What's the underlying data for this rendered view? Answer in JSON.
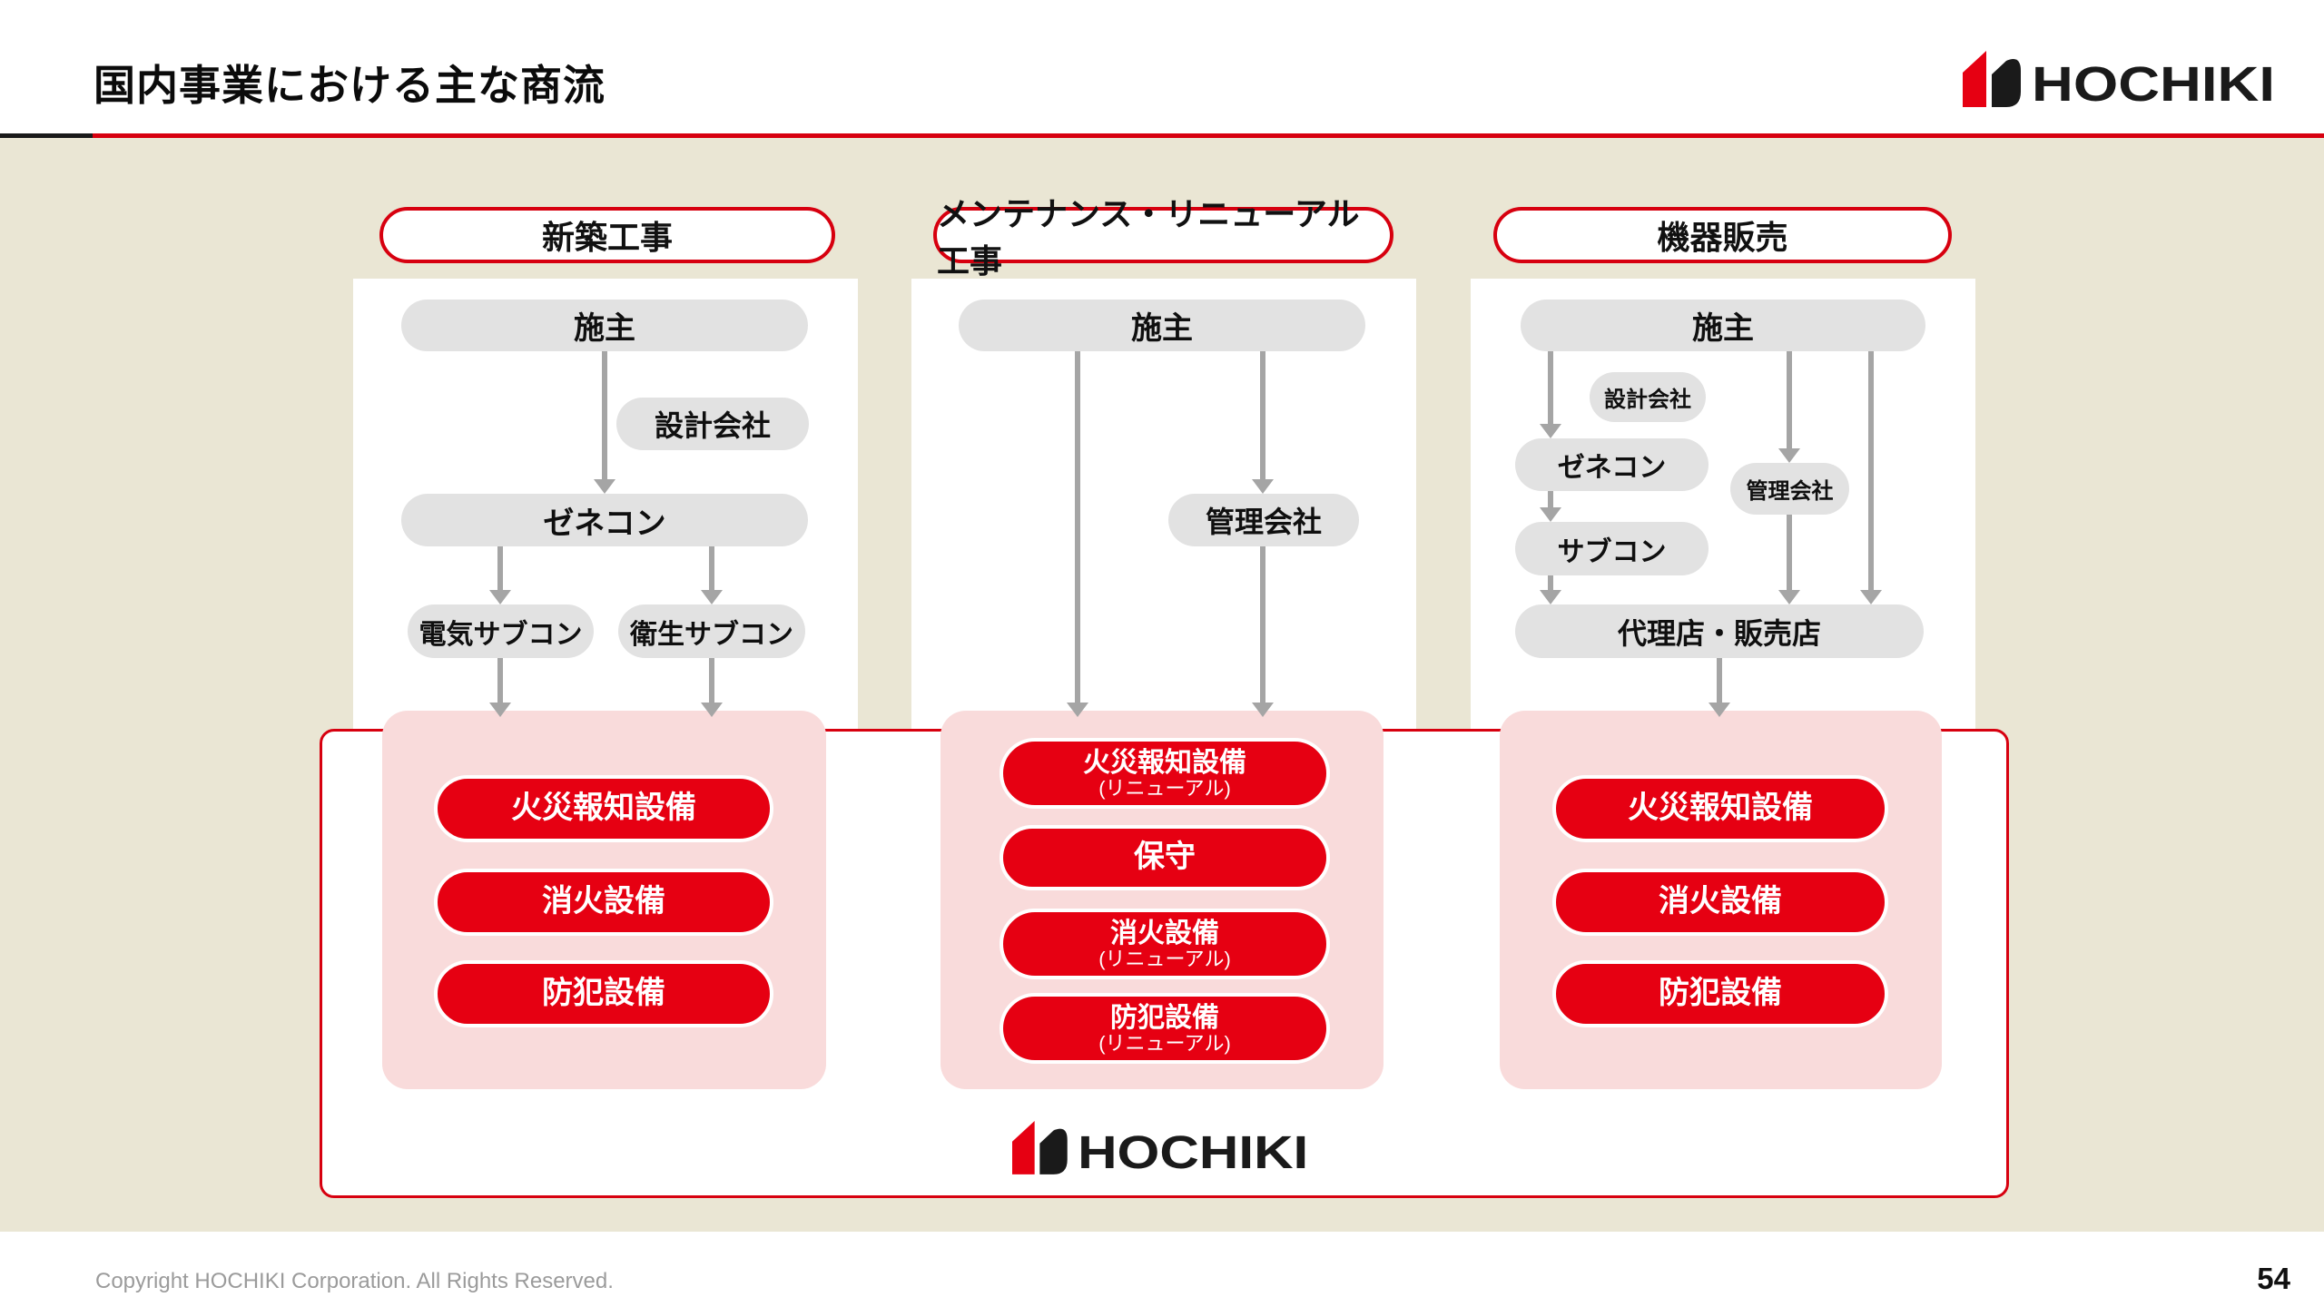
{
  "slide": {
    "title": "国内事業における主な商流",
    "page_number": "54",
    "copyright": "Copyright HOCHIKI Corporation. All Rights Reserved.",
    "brand_logo_text": "HOCHIKI"
  },
  "colors": {
    "brand_red": "#e60012",
    "border_red": "#d7000f",
    "pink_panel": "#f9dbdb",
    "gray_pill": "#e2e2e2",
    "arrow_gray": "#a5a5a5",
    "background_beige": "#eae6d4"
  },
  "columns": [
    {
      "header": "新築工事",
      "flow": {
        "owner": "施主",
        "design_company": "設計会社",
        "general_contractor": "ゼネコン",
        "electric_subcontractor": "電気サブコン",
        "sanitary_subcontractor": "衛生サブコン"
      },
      "products": [
        "火災報知設備",
        "消火設備",
        "防犯設備"
      ]
    },
    {
      "header": "メンテナンス・リニューアル工事",
      "flow": {
        "owner": "施主",
        "management_company": "管理会社"
      },
      "products": [
        {
          "main": "火災報知設備",
          "sub": "(リニューアル)"
        },
        {
          "main": "保守",
          "sub": ""
        },
        {
          "main": "消火設備",
          "sub": "(リニューアル)"
        },
        {
          "main": "防犯設備",
          "sub": "(リニューアル)"
        }
      ]
    },
    {
      "header": "機器販売",
      "flow": {
        "owner": "施主",
        "design_company": "設計会社",
        "general_contractor": "ゼネコン",
        "subcontractor": "サブコン",
        "management_company": "管理会社",
        "dealer": "代理店・販売店"
      },
      "products": [
        "火災報知設備",
        "消火設備",
        "防犯設備"
      ]
    }
  ]
}
